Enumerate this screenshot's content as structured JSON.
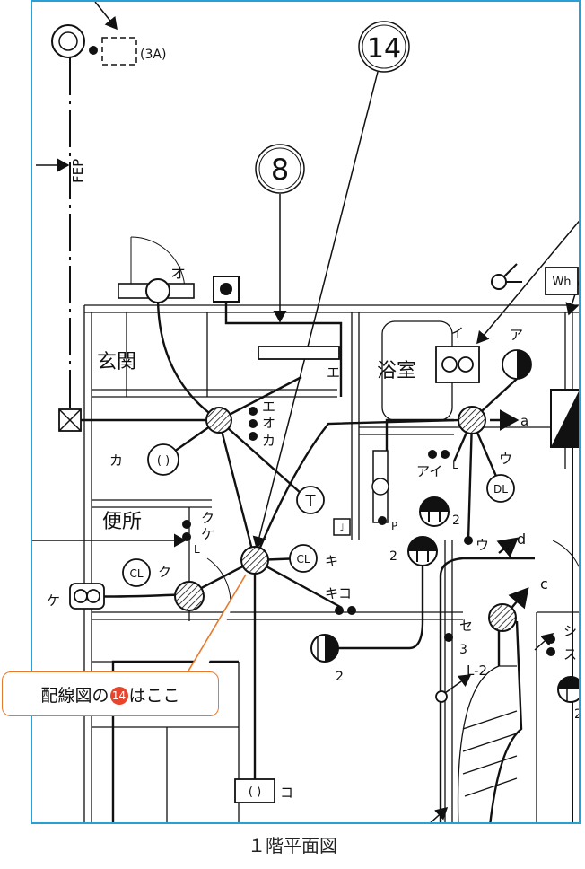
{
  "caption": "１階平面図",
  "callout": {
    "prefix": "配線図の",
    "badge": "14",
    "suffix": "はここ"
  },
  "balloons": {
    "b14": "14",
    "b8": "8"
  },
  "rooms": {
    "genkan": "玄関",
    "yokushitsu": "浴室",
    "benjo": "便所"
  },
  "labels": {
    "breaker": "(3A)",
    "fep": "FEP",
    "wh": "Wh",
    "o": "オ",
    "e": "エ",
    "e2": "エ",
    "o2": "オ",
    "ka2": "カ",
    "ka": "カ",
    "i": "イ",
    "a": "ア",
    "a_sub": "a",
    "ai": "アイ",
    "l1": "L",
    "u": "ウ",
    "u2": "ウ",
    "d": "d",
    "p": "P",
    "two1": "2",
    "two2": "2",
    "two3": "2",
    "two4": "2",
    "ku": "ク",
    "ke": "ケ",
    "l2": "L",
    "ku2": "ク",
    "ke2": "ケ",
    "ki": "キ",
    "kiko": "キコ",
    "c": "c",
    "se": "セ",
    "three": "3",
    "l2text": "L-2",
    "shi": "シ",
    "su": "ス",
    "ko": "コ"
  },
  "fixtures": {
    "cl": "CL",
    "dl": "DL",
    "t": "T",
    "paren": "( )",
    "note": "♩"
  }
}
